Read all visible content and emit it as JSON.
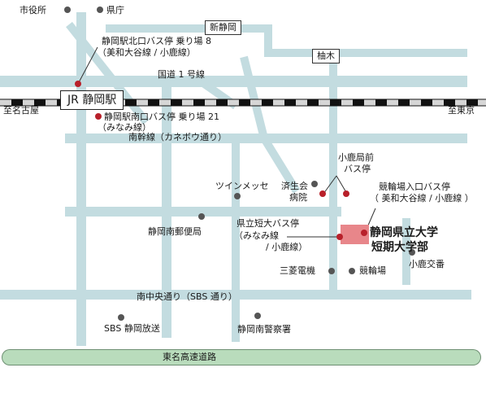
{
  "colors": {
    "road": "#c3dce0",
    "highway": "#b9dcbc",
    "highway_border": "#6d8f72",
    "rail_light": "#d6d6d6",
    "rail_dark": "#111111",
    "marker": "#b8202a",
    "landmark": "#555555",
    "campus": "#e8868a"
  },
  "labels": {
    "city_hall": "市役所",
    "pref_office": "県庁",
    "shin_shizuoka": "新静岡",
    "yunoki": "柚木",
    "north_bus_stop": "静岡駅北口バス停 乗り場 8",
    "north_bus_lines": "（美和大谷線 / 小鹿線）",
    "route1": "国道 1 号線",
    "jr_station": "JR 静岡駅",
    "to_nagoya": "至名古屋",
    "to_tokyo": "至東京",
    "south_bus_stop": "静岡駅南口バス停 乗り場 21",
    "south_bus_lines": "（みなみ線）",
    "nankan_line": "南幹線（カネボウ通り）",
    "kojika_stop": "小鹿局前",
    "kojika_stop2": "バス停",
    "keirinjo_stop": "競輪場入口バス停",
    "keirinjo_lines": "（ 美和大谷線 / 小鹿線 ）",
    "twin_messe": "ツインメッセ",
    "saiseikai": "済生会",
    "hospital": "病院",
    "post_office": "静岡南郵便局",
    "tandai_stop": "県立短大バス停",
    "tandai_lines": "（みなみ線",
    "tandai_lines2": "/ 小鹿線）",
    "university1": "静岡県立大学",
    "university2": "短期大学部",
    "mitsubishi": "三菱電機",
    "keirinjo": "競輪場",
    "koban": "小鹿交番",
    "nanchuo": "南中央通り（SBS 通り）",
    "sbs": "SBS 静岡放送",
    "police": "静岡南警察署",
    "tomei": "東名高速道路"
  }
}
